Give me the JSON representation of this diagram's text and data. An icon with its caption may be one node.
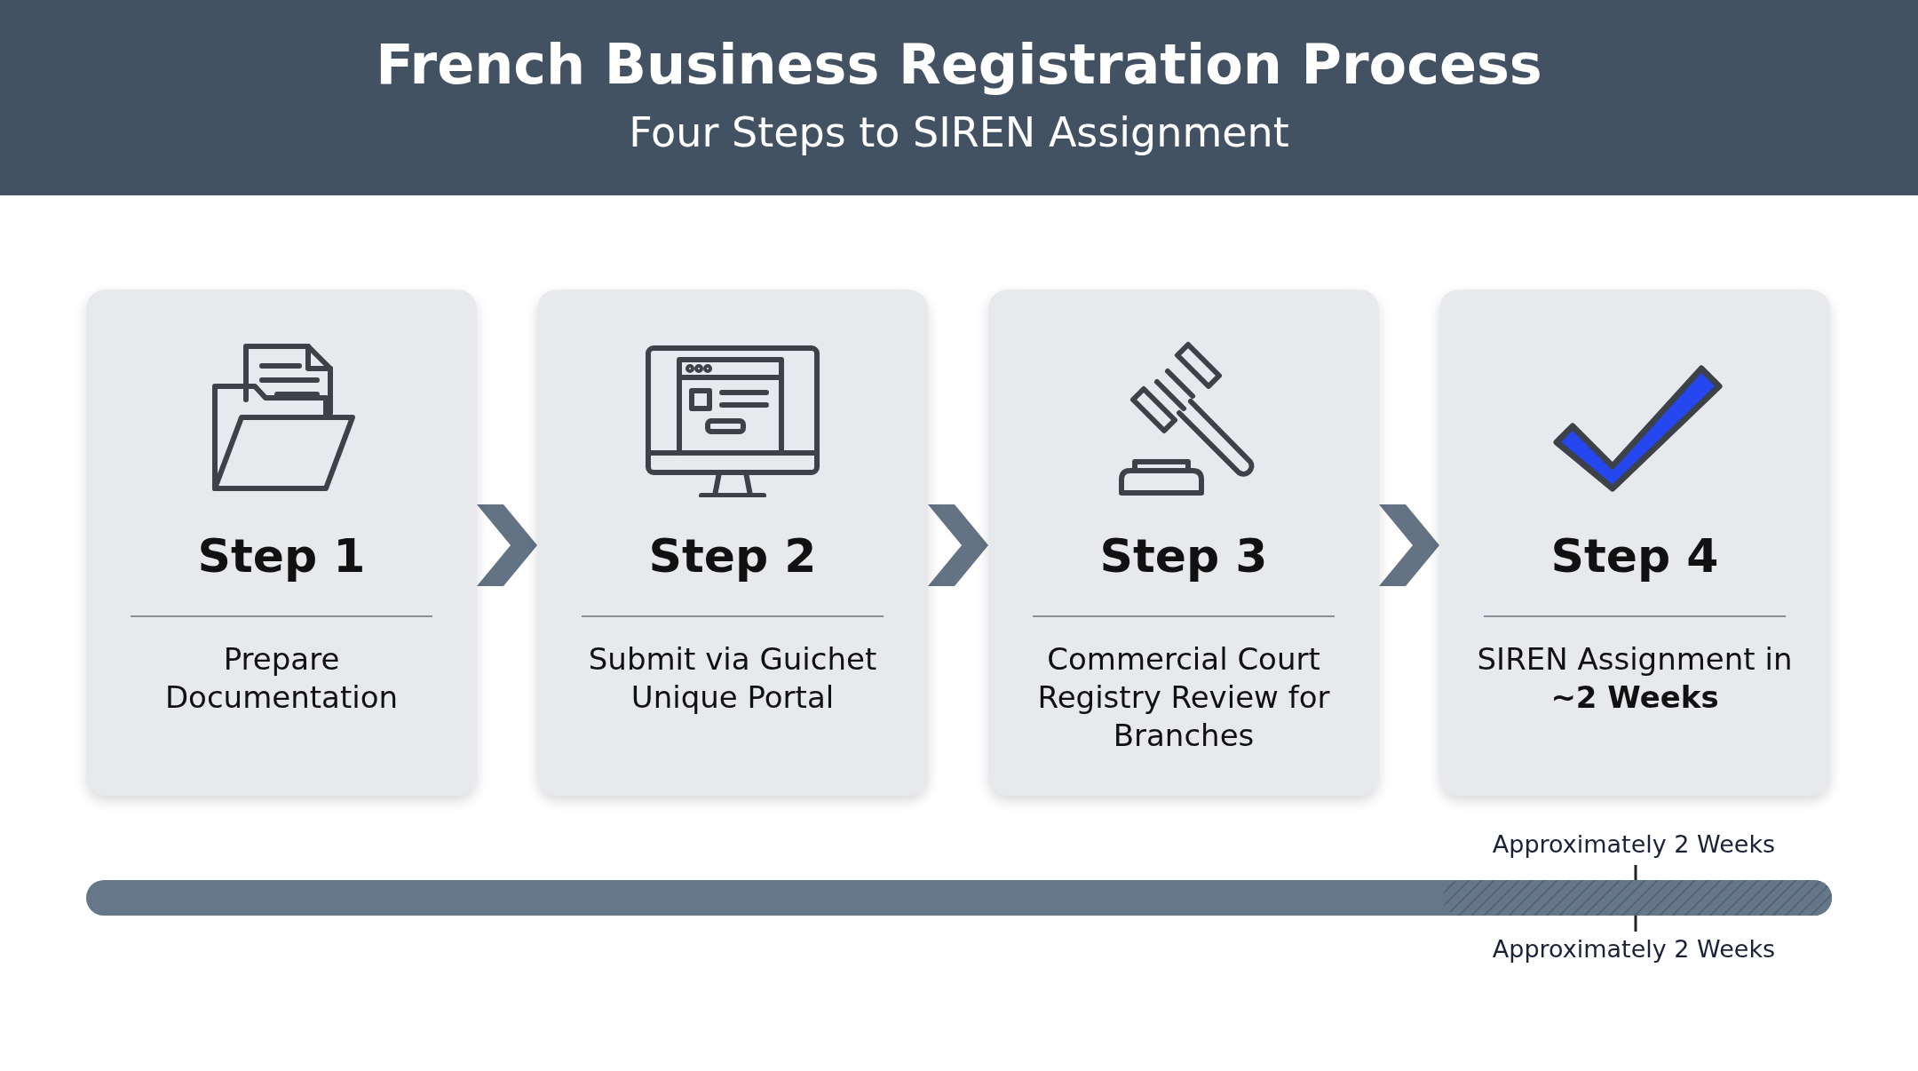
{
  "diagram": {
    "title": "French Business Registration Process",
    "caption": "Four Steps to SIREN Assignment",
    "nodes": [
      {
        "text": [
          "Step 1",
          "Prepare Documentation"
        ]
      },
      {
        "text": [
          "Step 2",
          "Submit via Guichet Unique Portal"
        ]
      },
      {
        "text": [
          "Step 3",
          "Commercial Court Registry Review for Branches"
        ]
      },
      {
        "text": [
          "Step 4",
          "SIREN Assignment in **~2 Weeks**"
        ]
      }
    ],
    "edges": [
      {
        "from": 0,
        "to": 1,
        "arrow": "to"
      },
      {
        "from": 1,
        "to": 2,
        "arrow": "to"
      },
      {
        "from": 2,
        "to": 3,
        "arrow": "to"
      }
    ],
    "labels": [
      "Approximately 2 Weeks",
      "Approximately 2 Weeks"
    ]
  }
}
